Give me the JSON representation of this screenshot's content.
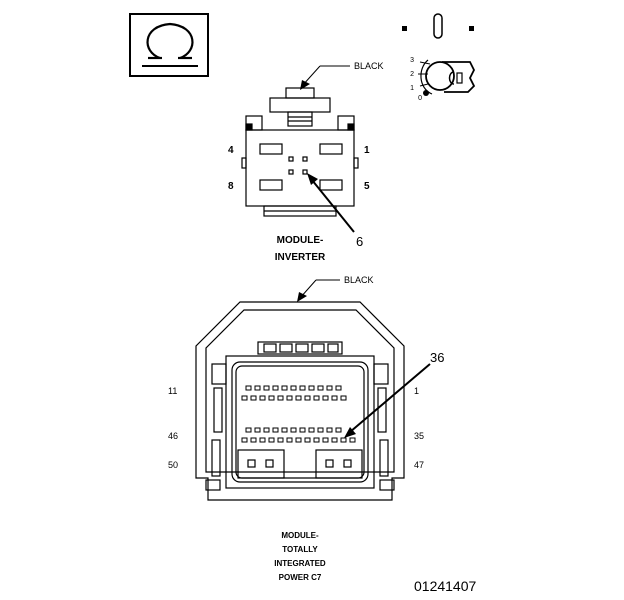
{
  "symbols": {
    "ohmmeter": "ohm-symbol",
    "ignition_switch": "ignition-key-icon"
  },
  "ignition": {
    "positions": [
      "3",
      "2",
      "1",
      "0"
    ]
  },
  "inverter": {
    "wire_color": "BLACK",
    "pin_labels": {
      "top_left": "4",
      "top_right": "1",
      "bottom_left": "8",
      "bottom_right": "5"
    },
    "callout": "6",
    "name_line1": "MODULE-",
    "name_line2": "INVERTER"
  },
  "tipm": {
    "wire_color": "BLACK",
    "pin_labels": {
      "row1_left": "11",
      "row1_right": "1",
      "row2_left": "46",
      "row2_right": "35",
      "row3_left": "50",
      "row3_right": "47"
    },
    "callout": "36",
    "name_line1": "MODULE-",
    "name_line2": "TOTALLY",
    "name_line3": "INTEGRATED",
    "name_line4": "POWER C7"
  },
  "figure_id": "01241407"
}
